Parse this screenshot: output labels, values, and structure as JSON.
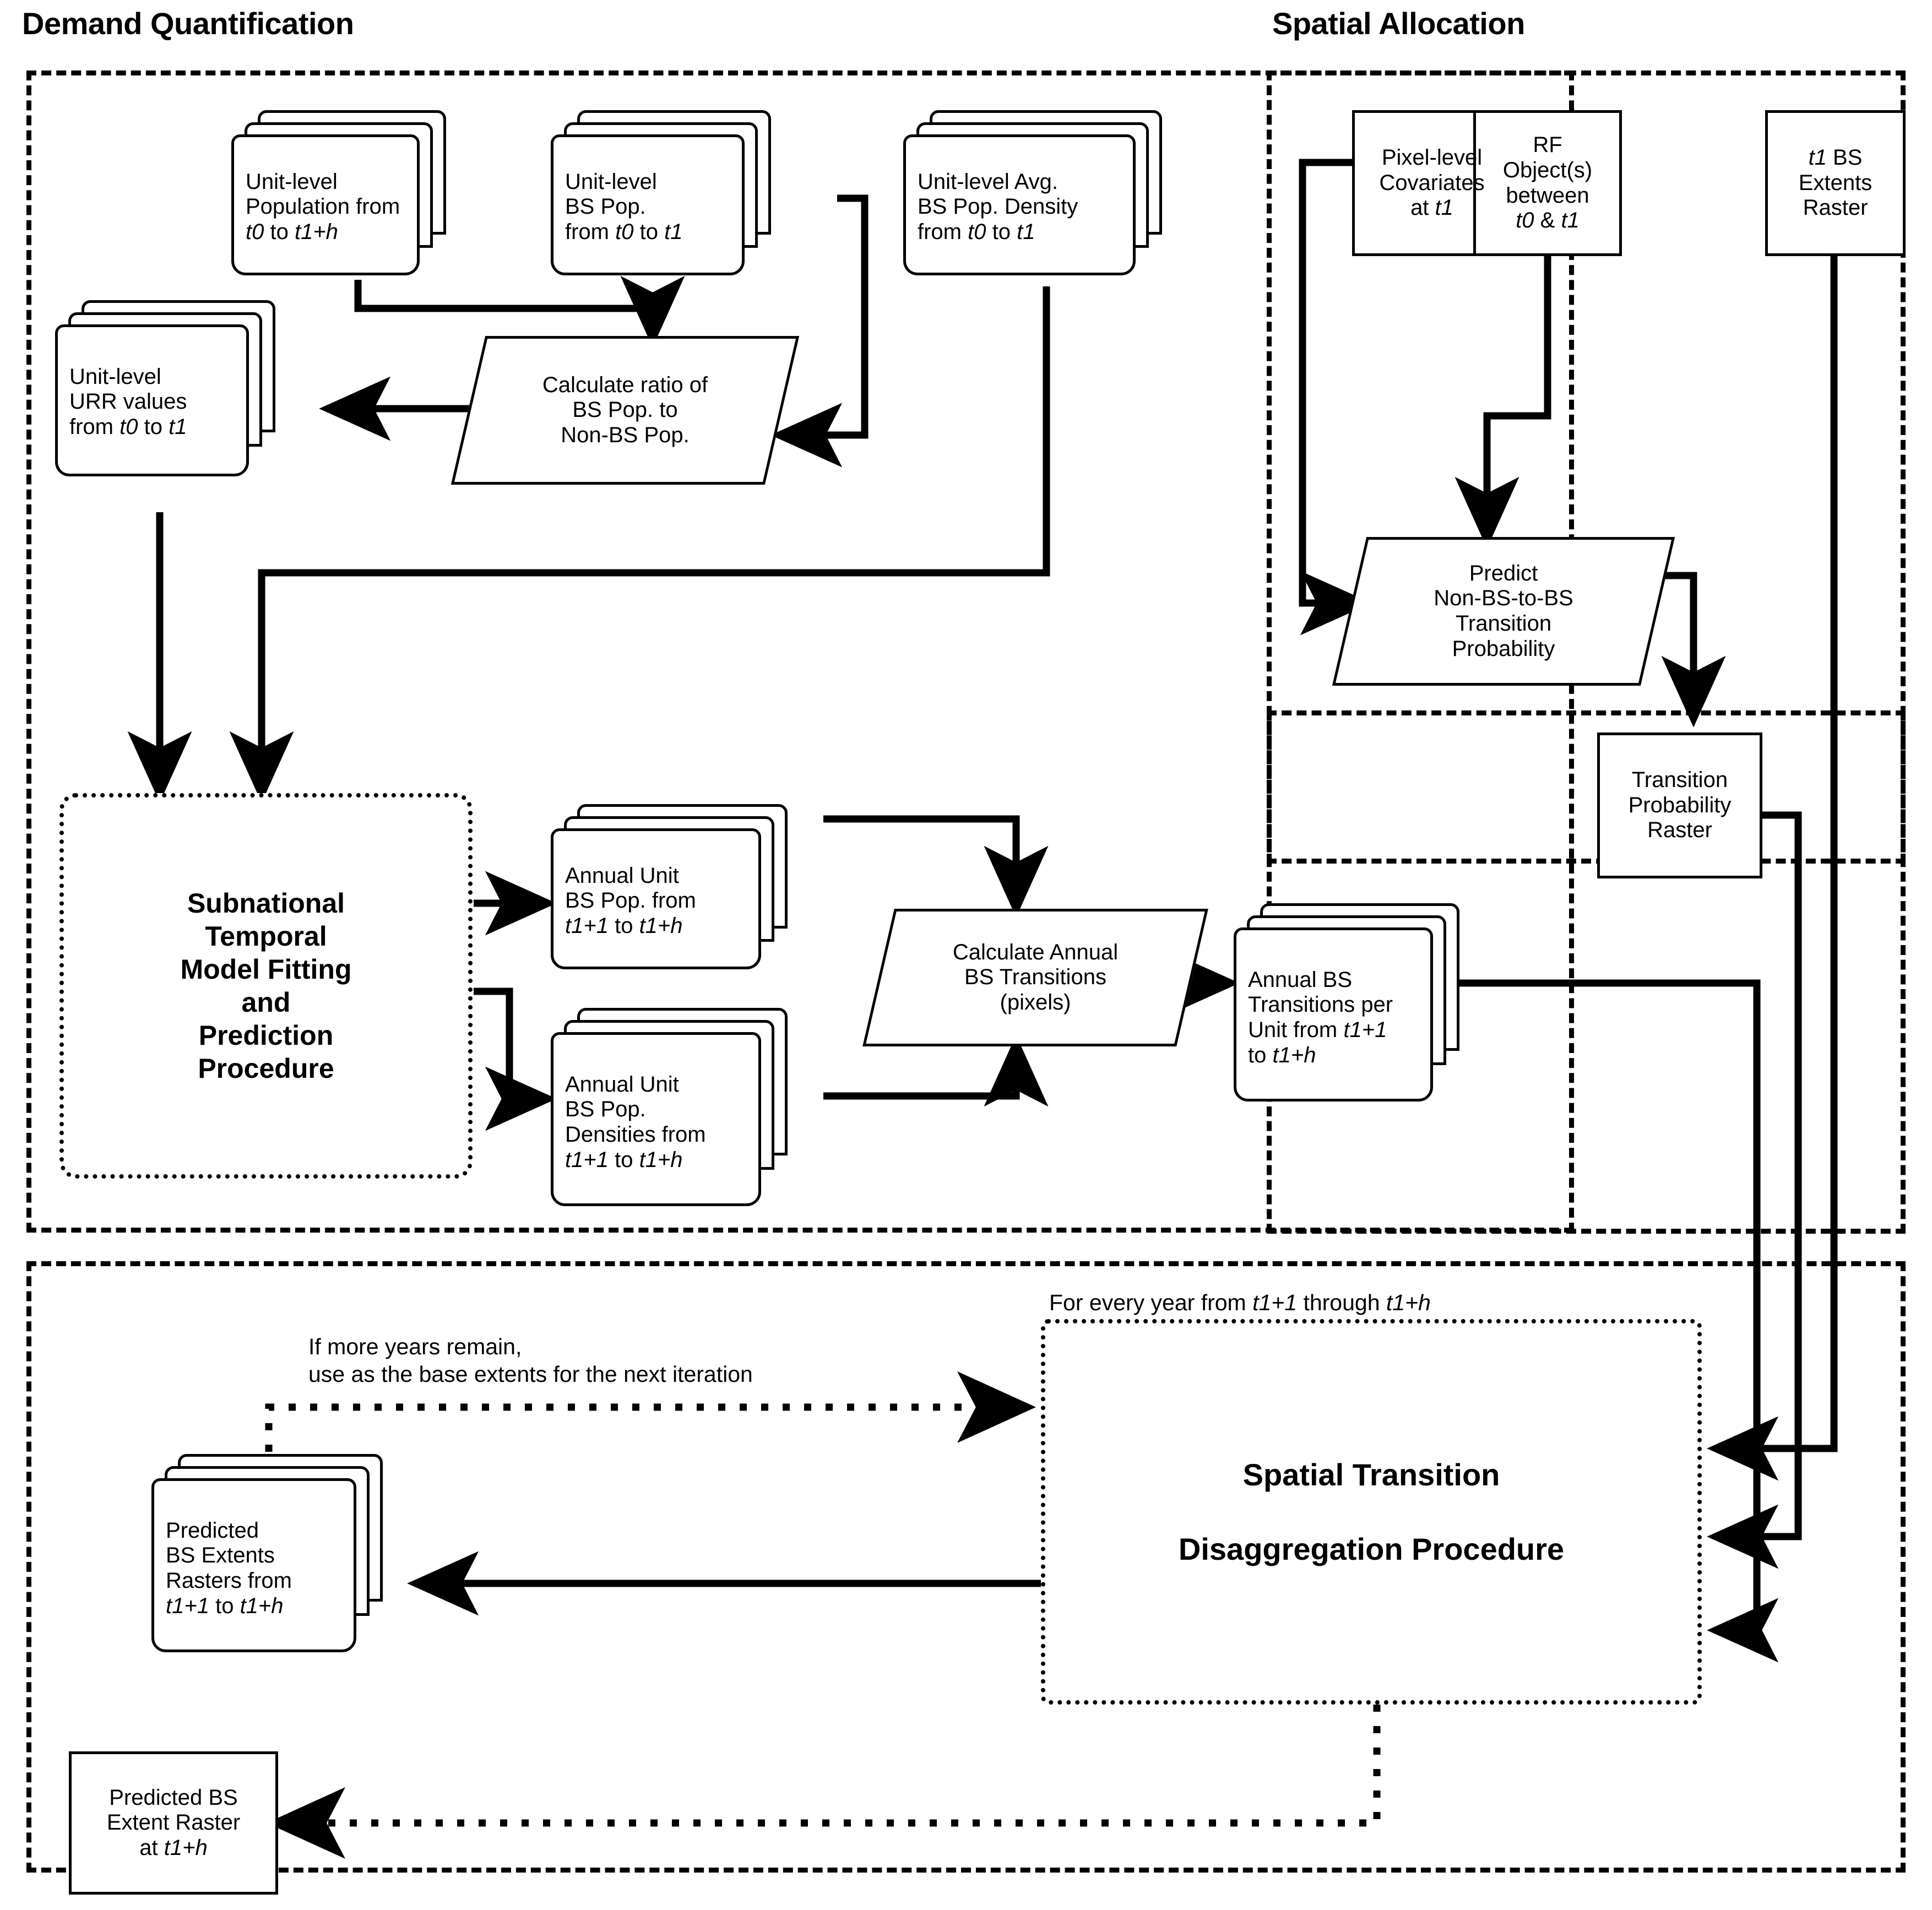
{
  "sections": {
    "demand": {
      "title": "Demand Quantification"
    },
    "spatial": {
      "title": "Spatial Allocation"
    }
  },
  "nodes": {
    "unit_population": "Unit-level\nPopulation from\nt0 to t1+h",
    "unit_bs_pop": "Unit-level\nBS Pop.\nfrom t0 to t1",
    "unit_avg_density": "Unit-level Avg.\nBS Pop. Density\nfrom t0 to t1",
    "unit_urr": "Unit-level\nURR values\nfrom t0 to t1",
    "calc_ratio": "Calculate ratio of\nBS Pop. to\nNon-BS Pop.",
    "subnational_model": "Subnational\nTemporal\nModel Fitting\nand\nPrediction\nProcedure",
    "annual_unit_bs_pop": "Annual Unit\nBS Pop. from\nt1+1 to t1+h",
    "annual_unit_bs_density": "Annual Unit\nBS Pop.\nDensities from\nt1+1 to t1+h",
    "calc_annual_transitions": "Calculate Annual\nBS Transitions\n(pixels)",
    "annual_bs_transitions_per_unit": "Annual BS\nTransitions per\nUnit from t1+1\nto t1+h",
    "pixel_covariates": "Pixel-level\nCovariates\nat t1",
    "rf_objects": "RF\nObject(s)\nbetween\nt0 & t1",
    "t1_bs_extents_raster": "t1 BS\nExtents\nRaster",
    "predict_transition_prob": "Predict\nNon-BS-to-BS\nTransition\nProbability",
    "transition_prob_raster": "Transition\nProbability\nRaster",
    "spatial_disaggregation": "Spatial Transition\n\nDisaggregation Procedure",
    "predicted_bs_extents_rasters": "Predicted\nBS Extents\nRasters from\nt1+1 to t1+h",
    "predicted_bs_extent_raster": "Predicted BS\nExtent Raster\nat t1+h"
  },
  "annotations": {
    "for_every_year": "For every year from t1+1 through t1+h",
    "if_more_years": "If more years remain,\nuse as the base extents for the next iteration"
  },
  "colors": {
    "stroke": "#000000",
    "background": "#ffffff"
  }
}
